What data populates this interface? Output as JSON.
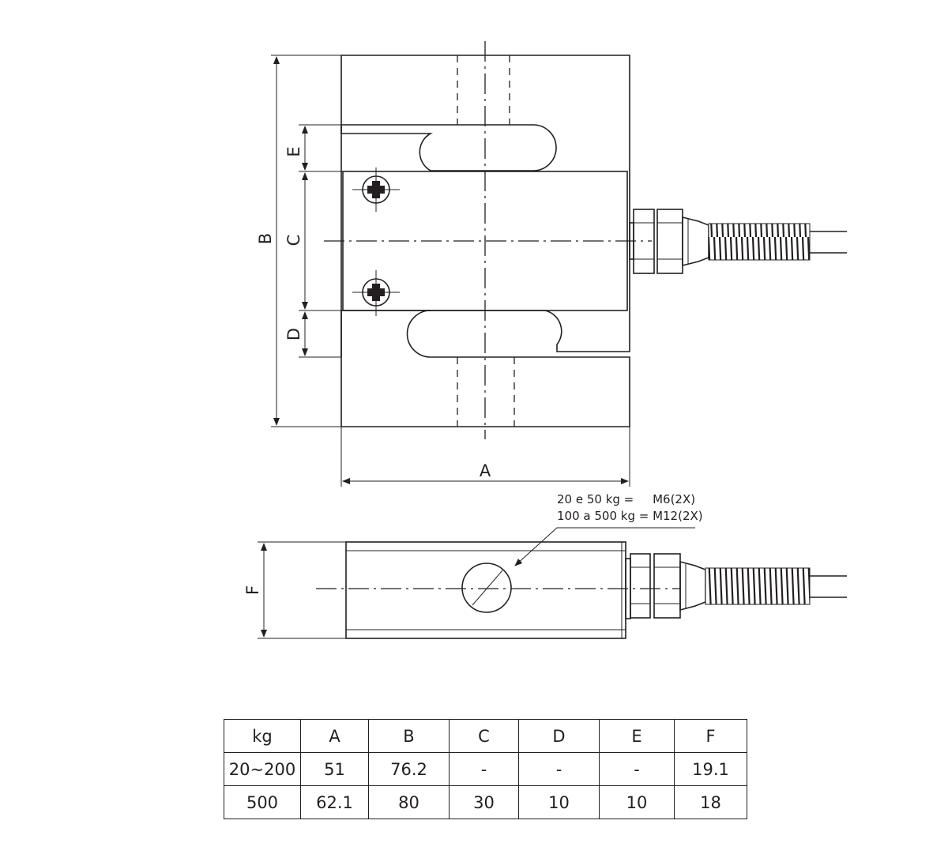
{
  "dimension_labels": {
    "a": "A",
    "b": "B",
    "c": "C",
    "d": "D",
    "e": "E",
    "f": "F"
  },
  "thread_note": {
    "line1": "20 e 50 kg =     M6(2X)",
    "line2": "100 a 500 kg = M12(2X)"
  },
  "table": {
    "headers": [
      "kg",
      "A",
      "B",
      "C",
      "D",
      "E",
      "F"
    ],
    "rows": [
      [
        "20~200",
        "51",
        "76.2",
        "-",
        "-",
        "-",
        "19.1"
      ],
      [
        "500",
        "62.1",
        "80",
        "30",
        "10",
        "10",
        "18"
      ]
    ]
  },
  "colors": {
    "line": "#231f20",
    "background": "#ffffff"
  }
}
